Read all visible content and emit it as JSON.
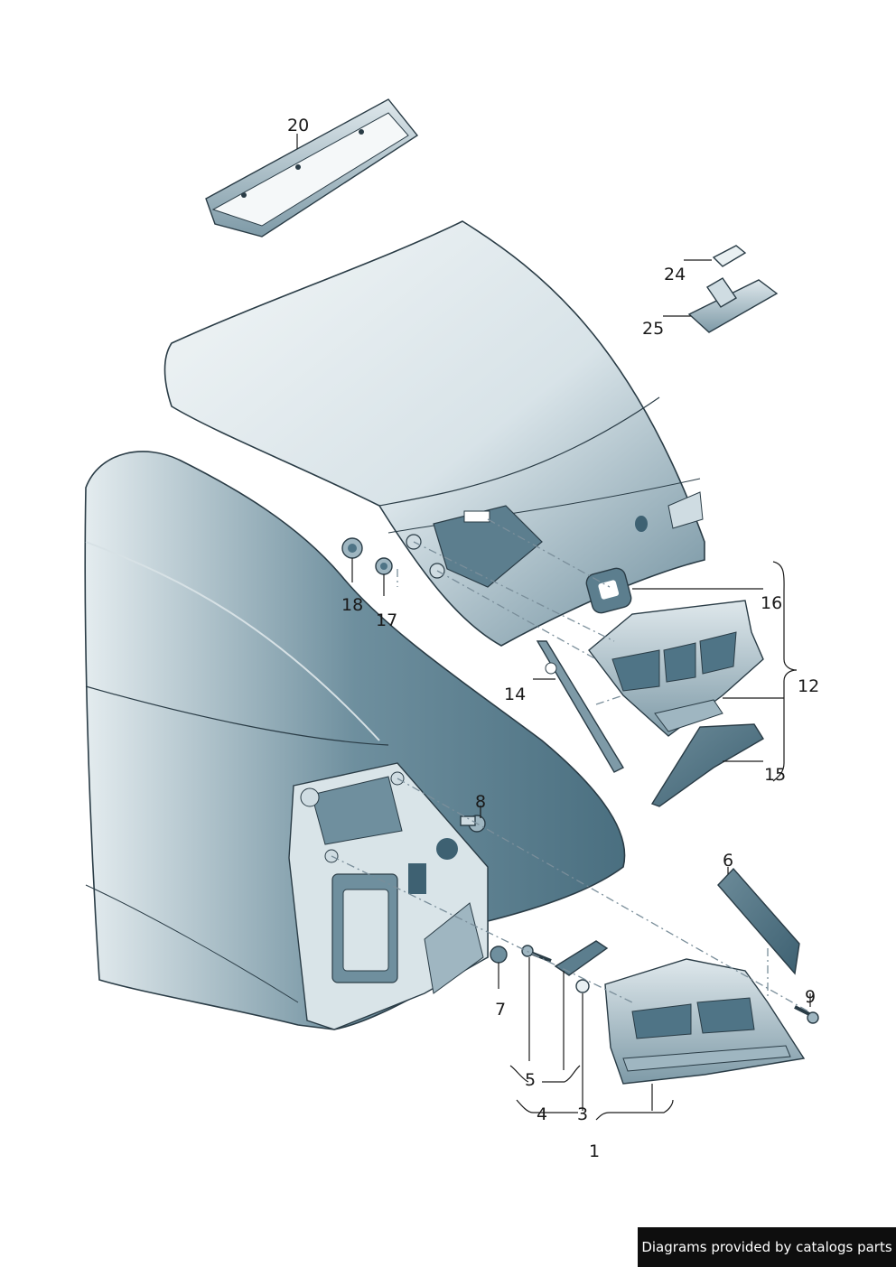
{
  "callouts": {
    "c1": "1",
    "c3": "3",
    "c4": "4",
    "c5": "5",
    "c6": "6",
    "c7": "7",
    "c8": "8",
    "c9": "9",
    "c12": "12",
    "c14": "14",
    "c15": "15",
    "c16": "16",
    "c17": "17",
    "c18": "18",
    "c20": "20",
    "c24": "24",
    "c25": "25"
  },
  "footer": {
    "text": "Diagrams provided by catalogs parts"
  }
}
